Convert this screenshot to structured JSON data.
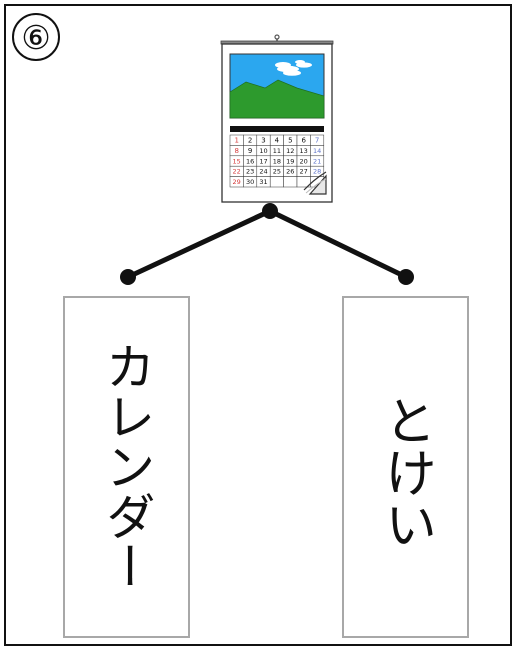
{
  "question": {
    "number": "⑥"
  },
  "image": {
    "icon": "calendar-icon",
    "calendar_numbers": [
      "1",
      "2",
      "3",
      "4",
      "5",
      "6",
      "7",
      "8",
      "9",
      "10",
      "11",
      "12",
      "13",
      "14",
      "15",
      "16",
      "17",
      "18",
      "19",
      "20",
      "21",
      "22",
      "23",
      "24",
      "25",
      "26",
      "27",
      "28",
      "29",
      "30",
      "31"
    ]
  },
  "choices": [
    {
      "label": "カレンダー"
    },
    {
      "label": "とけい"
    }
  ],
  "colors": {
    "frame": "#111111",
    "card_border": "#a8a8a8",
    "sky": "#2ba7ef",
    "mountain": "#2d9a2d",
    "calendar_red": "#d53b3b",
    "calendar_blue": "#5f74ca"
  }
}
